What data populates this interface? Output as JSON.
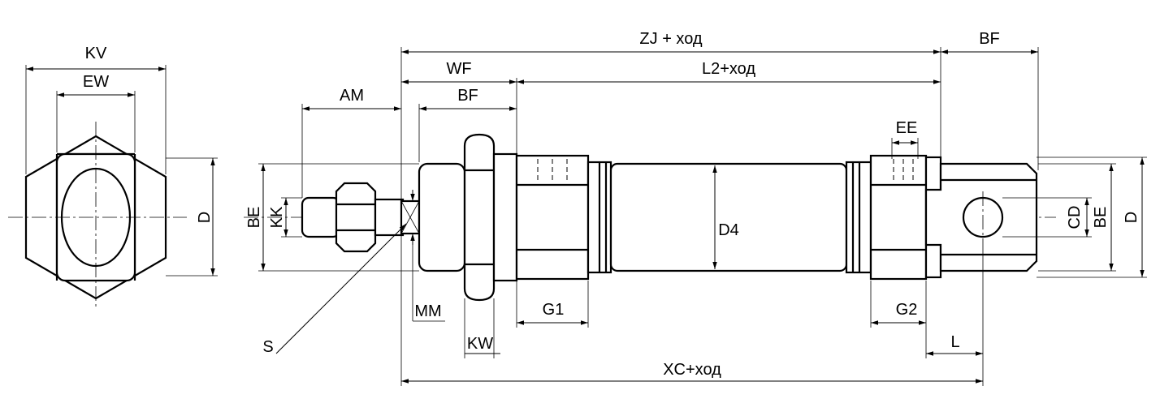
{
  "labels": {
    "kv": "KV",
    "ew": "EW",
    "d_left": "D",
    "zj": "ZJ + ход",
    "bf_right": "BF",
    "wf": "WF",
    "l2": "L2+ход",
    "am": "AM",
    "bf_mid": "BF",
    "ee": "EE",
    "be_left": "BE",
    "kk": "KK",
    "d4": "D4",
    "cd": "CD",
    "be_right": "BE",
    "d_right": "D",
    "mm": "MM",
    "g1": "G1",
    "g2": "G2",
    "s": "S",
    "kw": "KW",
    "l": "L",
    "xc": "XC+ход"
  }
}
